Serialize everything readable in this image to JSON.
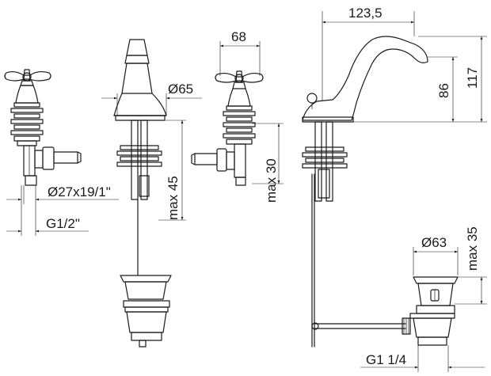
{
  "dimensions": {
    "width_123_5": "123,5",
    "width_68": "68",
    "diam_65": "Ø65",
    "thread_27": "Ø27x19/1\"",
    "thread_g12": "G1/2\"",
    "max_45": "max 45",
    "max_30": "max 30",
    "h_86": "86",
    "h_117": "117",
    "diam_63": "Ø63",
    "max_35": "max 35",
    "thread_g114": "G1 1/4"
  }
}
